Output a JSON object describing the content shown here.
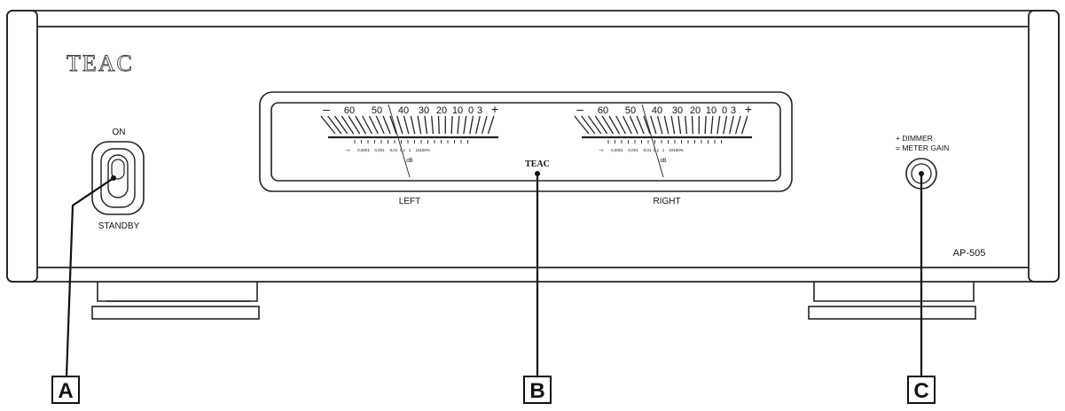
{
  "brand": {
    "logo": "TEAC",
    "meter_logo": "TEAC",
    "model": "AP-505"
  },
  "power_switch": {
    "on_label": "ON",
    "standby_label": "STANDBY"
  },
  "meters": [
    {
      "channel_label": "LEFT",
      "unit": "dB",
      "top_scale": [
        "–",
        "60",
        "50",
        "40",
        "30",
        "20",
        "10",
        "0",
        "3",
        "+"
      ],
      "bottom_scale": [
        "–∞",
        "0,0001",
        "0,001",
        "0,01",
        "0,1",
        "1",
        "10",
        "100%"
      ]
    },
    {
      "channel_label": "RIGHT",
      "unit": "dB",
      "top_scale": [
        "–",
        "60",
        "50",
        "40",
        "30",
        "20",
        "10",
        "0",
        "3",
        "+"
      ],
      "bottom_scale": [
        "–∞",
        "0,0001",
        "0,001",
        "0,01",
        "0,1",
        "1",
        "10",
        "100%"
      ]
    }
  ],
  "control": {
    "plus_label": "+ DIMMER",
    "minus_label": "= METER GAIN"
  },
  "callouts": {
    "a": "A",
    "b": "B",
    "c": "C"
  }
}
